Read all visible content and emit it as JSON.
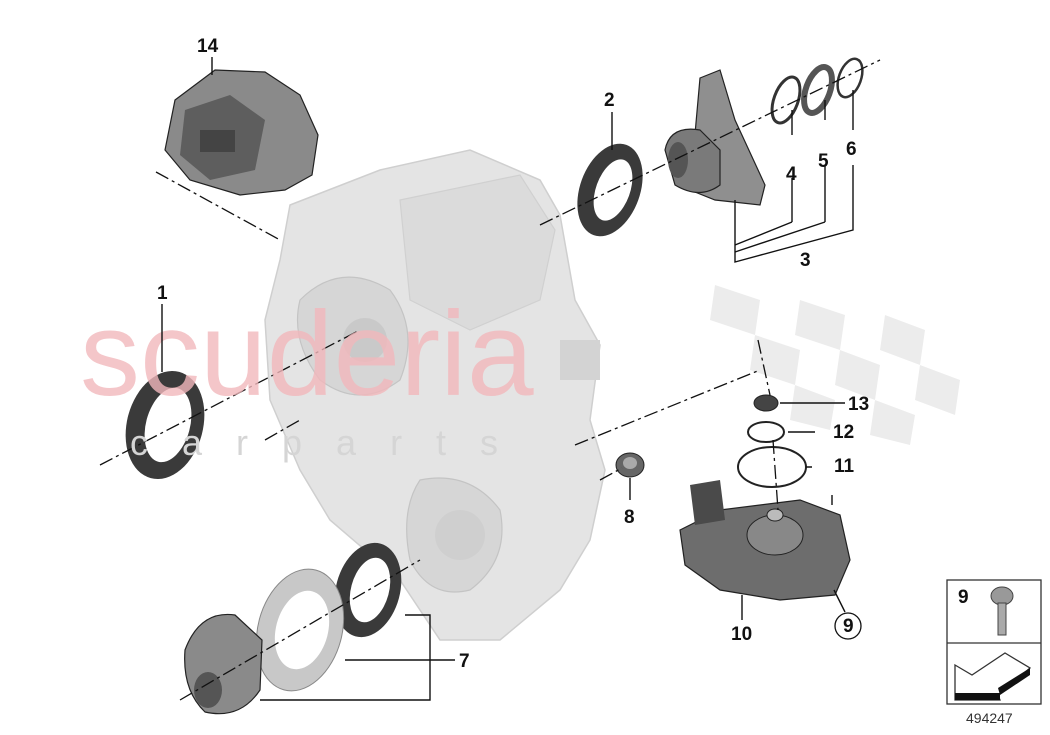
{
  "diagram_id": "494247",
  "watermark": {
    "brand": "scuderia",
    "sub": "c a r   p a r t s",
    "brand_color": "#f2b8bc",
    "sub_color": "#d9d9d9"
  },
  "labels": {
    "p1": "1",
    "p2": "2",
    "p3": "3",
    "p4": "4",
    "p5": "5",
    "p6": "6",
    "p7": "7",
    "p8": "8",
    "p9": "9",
    "p10": "10",
    "p11": "11",
    "p12": "12",
    "p13": "13",
    "p14": "14"
  },
  "legend_box": {
    "part_number": "9"
  }
}
